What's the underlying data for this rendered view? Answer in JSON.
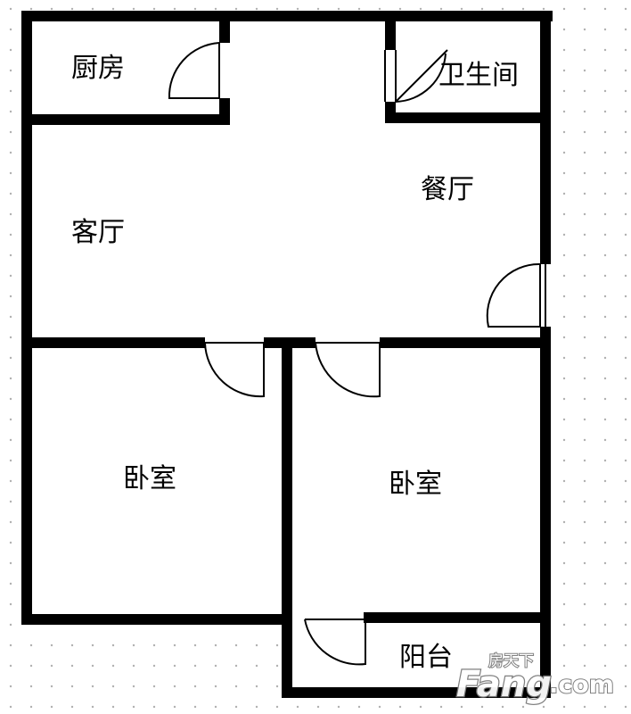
{
  "rooms": {
    "kitchen": "厨房",
    "bathroom": "卫生间",
    "dining": "餐厅",
    "living": "客厅",
    "bedroom_left": "卧室",
    "bedroom_right": "卧室",
    "balcony": "阳台"
  },
  "watermark": {
    "brand_cn": "房天下",
    "brand_en": "Fang",
    "brand_domain": ".com"
  },
  "colors": {
    "wall": "#000000",
    "door_arc": "#000000",
    "background": "#ffffff",
    "grid_dot": "#b0b0b0"
  }
}
